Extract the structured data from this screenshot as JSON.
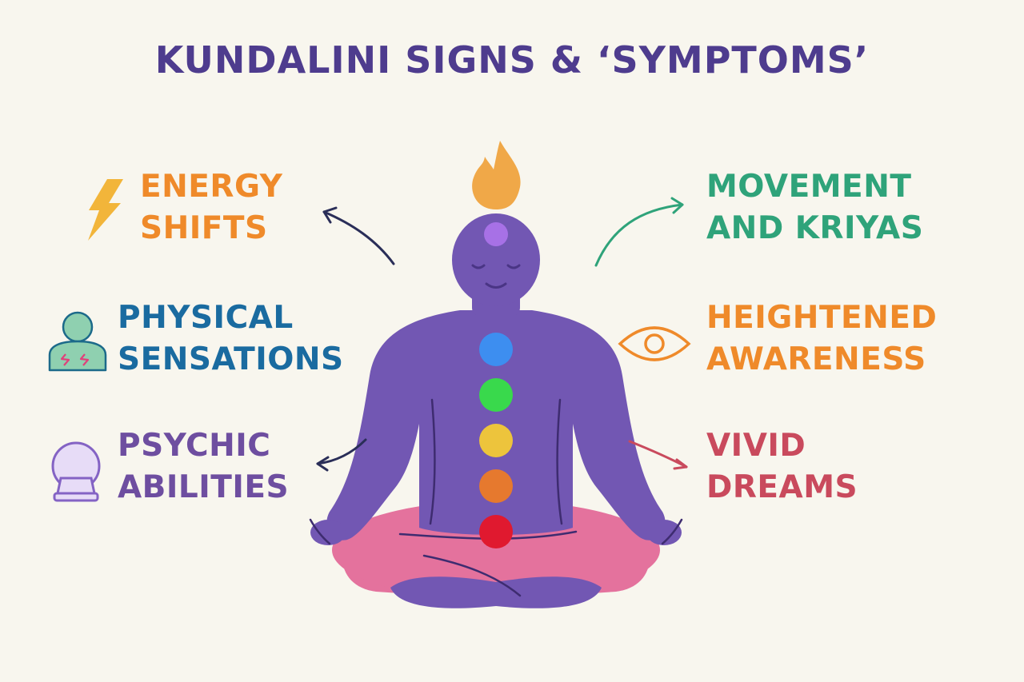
{
  "title": "KUNDALINI SIGNS & ‘SYMPTOMS’",
  "colors": {
    "title": "#4e3c8e",
    "body": "#7257b3",
    "legs": "#e4729d",
    "flame": "#f0a848",
    "energy": "#ef8a2a",
    "physical": "#1a6ba0",
    "psychic": "#6e4ea0",
    "movement": "#2fa37a",
    "awareness": "#ef8a2a",
    "dreams": "#c94a5d"
  },
  "chakras": [
    "#a771e6",
    "#3d8ef0",
    "#39d94c",
    "#edc43c",
    "#e6792e",
    "#e0192f"
  ],
  "signs": {
    "energy": {
      "line1": "ENERGY",
      "line2": "SHIFTS",
      "icon": "lightning-icon"
    },
    "physical": {
      "line1": "PHYSICAL",
      "line2": "SENSATIONS",
      "icon": "body-sensation-icon"
    },
    "psychic": {
      "line1": "PSYCHIC",
      "line2": "ABILITIES",
      "icon": "crystal-ball-icon"
    },
    "movement": {
      "line1": "MOVEMENT",
      "line2": "AND KRIYAS",
      "icon": "arrow-icon"
    },
    "awareness": {
      "line1": "HEIGHTENED",
      "line2": "AWARENESS",
      "icon": "eye-icon"
    },
    "dreams": {
      "line1": "VIVID",
      "line2": "DREAMS",
      "icon": "arrow-icon"
    }
  }
}
